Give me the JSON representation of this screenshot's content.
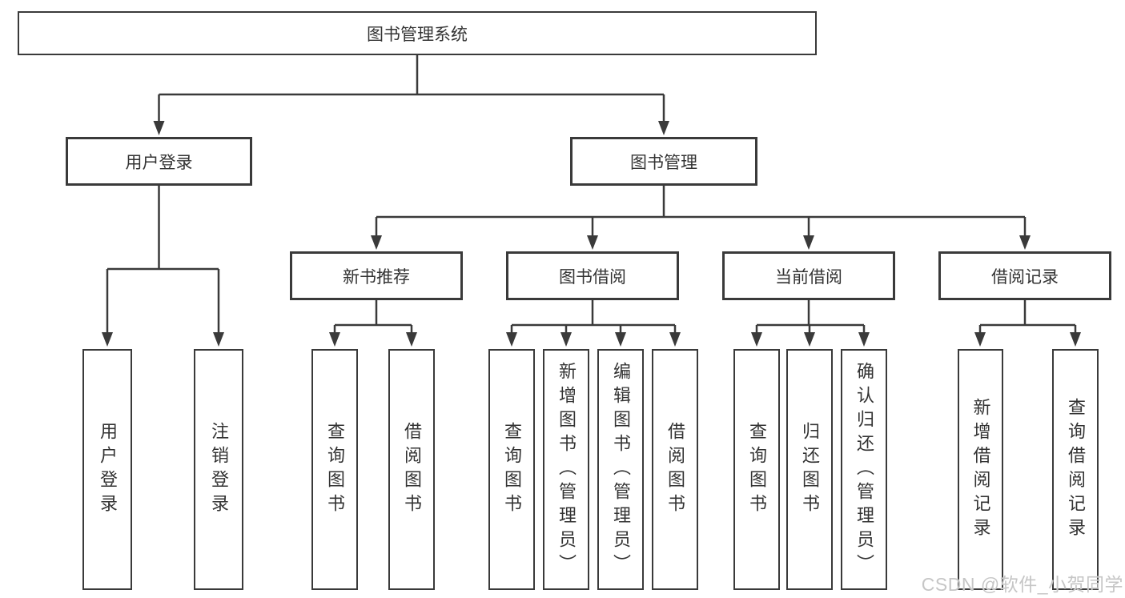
{
  "diagram": {
    "root": {
      "label": "图书管理系统",
      "children": [
        {
          "label": "用户登录",
          "children": [
            {
              "label": "用户登录"
            },
            {
              "label": "注销登录"
            }
          ]
        },
        {
          "label": "图书管理",
          "children": [
            {
              "label": "新书推荐",
              "children": [
                {
                  "label": "查询图书"
                },
                {
                  "label": "借阅图书"
                }
              ]
            },
            {
              "label": "图书借阅",
              "children": [
                {
                  "label": "查询图书"
                },
                {
                  "label": "新增图书（管理员）"
                },
                {
                  "label": "编辑图书（管理员）"
                },
                {
                  "label": "借阅图书"
                }
              ]
            },
            {
              "label": "当前借阅",
              "children": [
                {
                  "label": "查询图书"
                },
                {
                  "label": "归还图书"
                },
                {
                  "label": "确认归还（管理员）"
                }
              ]
            },
            {
              "label": "借阅记录",
              "children": [
                {
                  "label": "新增借阅记录"
                },
                {
                  "label": "查询借阅记录"
                }
              ]
            }
          ]
        }
      ]
    }
  },
  "watermark": {
    "text": "CSDN @软件_小贺同学"
  },
  "colors": {
    "line": "#3a3a3a",
    "text": "#333333",
    "background": "#ffffff",
    "watermark": "#c6c6c6"
  }
}
